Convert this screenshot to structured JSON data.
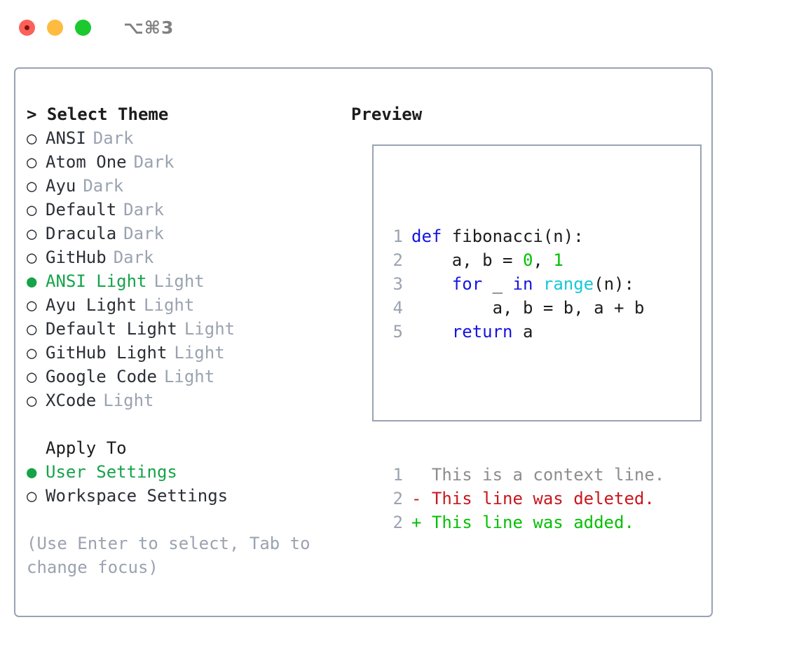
{
  "titlebar": {
    "shortcut": "⌥⌘3",
    "buttons": [
      {
        "name": "close",
        "color": "#fc6058"
      },
      {
        "name": "minimize",
        "color": "#fdbc40"
      },
      {
        "name": "maximize",
        "color": "#1bc82f"
      }
    ]
  },
  "theme_panel": {
    "heading": "> Select Theme",
    "items": [
      {
        "bullet": "○",
        "label": "ANSI",
        "kind": "Dark",
        "selected": false
      },
      {
        "bullet": "○",
        "label": "Atom One",
        "kind": "Dark",
        "selected": false
      },
      {
        "bullet": "○",
        "label": "Ayu",
        "kind": "Dark",
        "selected": false
      },
      {
        "bullet": "○",
        "label": "Default",
        "kind": "Dark",
        "selected": false
      },
      {
        "bullet": "○",
        "label": "Dracula",
        "kind": "Dark",
        "selected": false
      },
      {
        "bullet": "○",
        "label": "GitHub",
        "kind": "Dark",
        "selected": false
      },
      {
        "bullet": "●",
        "label": "ANSI Light",
        "kind": "Light",
        "selected": true
      },
      {
        "bullet": "○",
        "label": "Ayu Light",
        "kind": "Light",
        "selected": false
      },
      {
        "bullet": "○",
        "label": "Default Light",
        "kind": "Light",
        "selected": false
      },
      {
        "bullet": "○",
        "label": "GitHub Light",
        "kind": "Light",
        "selected": false
      },
      {
        "bullet": "○",
        "label": "Google Code",
        "kind": "Light",
        "selected": false
      },
      {
        "bullet": "○",
        "label": "XCode",
        "kind": "Light",
        "selected": false
      }
    ]
  },
  "apply_to": {
    "title": "Apply To",
    "items": [
      {
        "bullet": "●",
        "label": "User Settings",
        "selected": true
      },
      {
        "bullet": "○",
        "label": "Workspace Settings",
        "selected": false
      }
    ]
  },
  "hint": "(Use Enter to select, Tab to change focus)",
  "preview": {
    "heading": "Preview",
    "code_lines": [
      {
        "no": "1",
        "tokens": [
          {
            "t": "def",
            "c": "kw"
          },
          {
            "t": " fibonacci(n):",
            "c": "id"
          }
        ]
      },
      {
        "no": "2",
        "tokens": [
          {
            "t": "    a, b = ",
            "c": "id"
          },
          {
            "t": "0",
            "c": "num"
          },
          {
            "t": ", ",
            "c": "id"
          },
          {
            "t": "1",
            "c": "num"
          }
        ]
      },
      {
        "no": "3",
        "tokens": [
          {
            "t": "    ",
            "c": "id"
          },
          {
            "t": "for",
            "c": "kw"
          },
          {
            "t": " _ ",
            "c": "id"
          },
          {
            "t": "in",
            "c": "kw"
          },
          {
            "t": " ",
            "c": "id"
          },
          {
            "t": "range",
            "c": "bin"
          },
          {
            "t": "(n):",
            "c": "id"
          }
        ]
      },
      {
        "no": "4",
        "tokens": [
          {
            "t": "        a, b = b, a + b",
            "c": "id"
          }
        ]
      },
      {
        "no": "5",
        "tokens": [
          {
            "t": "    ",
            "c": "id"
          },
          {
            "t": "return",
            "c": "kw"
          },
          {
            "t": " a",
            "c": "id"
          }
        ]
      }
    ],
    "diff_lines": [
      {
        "no": "1",
        "marker": " ",
        "text": " This is a context line.",
        "c": "ctx"
      },
      {
        "no": "2",
        "marker": "-",
        "text": " This line was deleted.",
        "c": "del"
      },
      {
        "no": "2",
        "marker": "+",
        "text": " This line was added.",
        "c": "add"
      }
    ]
  },
  "colors": {
    "accent_green": "#16a34a",
    "muted": "#9aa3b0",
    "border": "#98a3b3",
    "keyword": "#1414e0",
    "number": "#00c000",
    "builtin": "#16c8d8",
    "diff_deleted": "#c8171e",
    "diff_added": "#06bf06"
  }
}
